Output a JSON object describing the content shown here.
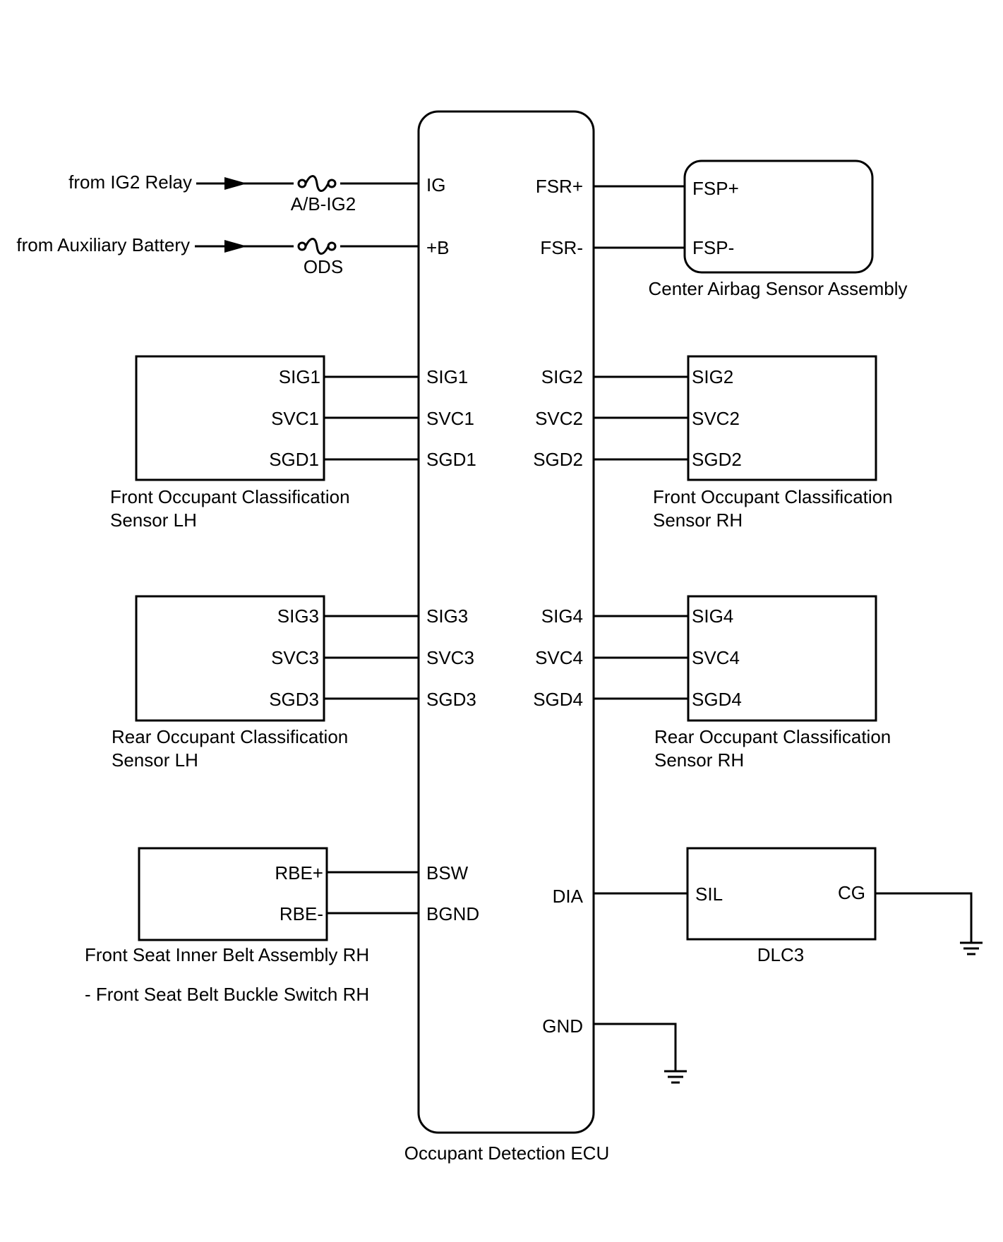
{
  "sources": {
    "ig2": "from IG2 Relay",
    "aux_battery": "from Auxiliary Battery"
  },
  "fuses": {
    "ab_ig2": "A/B-IG2",
    "ods": "ODS"
  },
  "ecu": {
    "name": "Occupant Detection ECU",
    "left_pins": [
      "IG",
      "+B",
      "SIG1",
      "SVC1",
      "SGD1",
      "SIG3",
      "SVC3",
      "SGD3",
      "BSW",
      "BGND"
    ],
    "right_pins": [
      "FSR+",
      "FSR-",
      "SIG2",
      "SVC2",
      "SGD2",
      "SIG4",
      "SVC4",
      "SGD4",
      "DIA",
      "GND"
    ]
  },
  "center_airbag": {
    "name": "Center Airbag Sensor Assembly",
    "pins": [
      "FSP+",
      "FSP-"
    ]
  },
  "front_lh": {
    "name_line1": "Front Occupant Classification",
    "name_line2": "Sensor LH",
    "pins": [
      "SIG1",
      "SVC1",
      "SGD1"
    ]
  },
  "front_rh": {
    "name_line1": "Front Occupant Classification",
    "name_line2": "Sensor RH",
    "pins": [
      "SIG2",
      "SVC2",
      "SGD2"
    ]
  },
  "rear_lh": {
    "name_line1": "Rear Occupant Classification",
    "name_line2": "Sensor LH",
    "pins": [
      "SIG3",
      "SVC3",
      "SGD3"
    ]
  },
  "rear_rh": {
    "name_line1": "Rear Occupant Classification",
    "name_line2": "Sensor RH",
    "pins": [
      "SIG4",
      "SVC4",
      "SGD4"
    ]
  },
  "belt": {
    "name_line1": "Front Seat Inner Belt Assembly RH",
    "name_line2": "- Front Seat Belt Buckle Switch RH",
    "pins": [
      "RBE+",
      "RBE-"
    ]
  },
  "dlc3": {
    "name": "DLC3",
    "pins": [
      "SIL",
      "CG"
    ]
  }
}
